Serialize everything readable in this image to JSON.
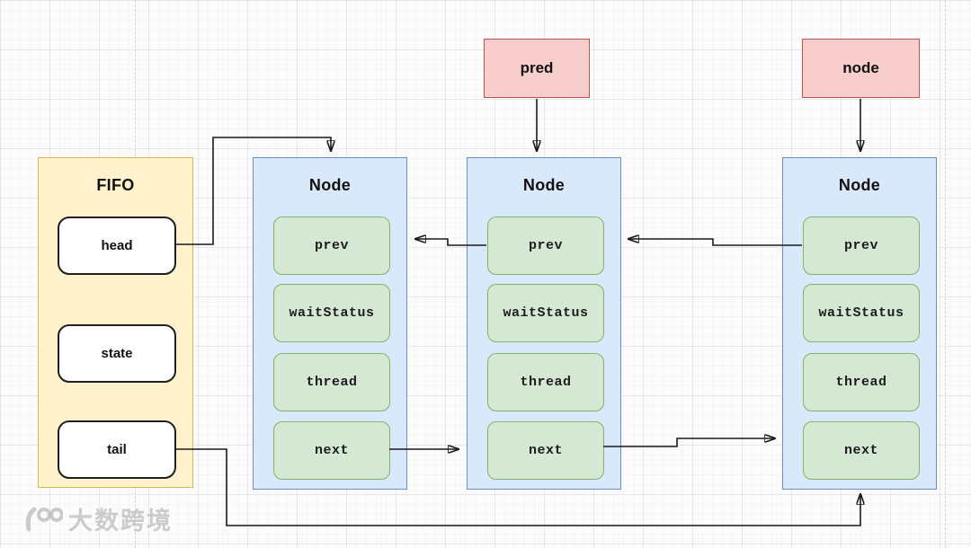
{
  "colors": {
    "yellow_fill": "#fff2cc",
    "yellow_stroke": "#d6b656",
    "blue_fill": "#dae8fc",
    "blue_stroke": "#6c8ebf",
    "green_fill": "#d5e8d4",
    "green_stroke": "#82b366",
    "pink_fill": "#f8cecc",
    "pink_stroke": "#b85450",
    "slot_fill": "#ffffff",
    "slot_stroke": "#1f1f1f",
    "arrow": "#1a1a1a"
  },
  "fifo": {
    "title": "FIFO",
    "slots": [
      {
        "label": "head"
      },
      {
        "label": "state"
      },
      {
        "label": "tail"
      }
    ]
  },
  "pointers": {
    "pred": {
      "label": "pred"
    },
    "node": {
      "label": "node"
    }
  },
  "nodes": [
    {
      "title": "Node",
      "fields": [
        {
          "label": "prev"
        },
        {
          "label": "waitStatus"
        },
        {
          "label": "thread"
        },
        {
          "label": "next"
        }
      ]
    },
    {
      "title": "Node",
      "fields": [
        {
          "label": "prev"
        },
        {
          "label": "waitStatus"
        },
        {
          "label": "thread"
        },
        {
          "label": "next"
        }
      ]
    },
    {
      "title": "Node",
      "fields": [
        {
          "label": "prev"
        },
        {
          "label": "waitStatus"
        },
        {
          "label": "thread"
        },
        {
          "label": "next"
        }
      ]
    }
  ],
  "watermark": {
    "text": "大数跨境"
  }
}
